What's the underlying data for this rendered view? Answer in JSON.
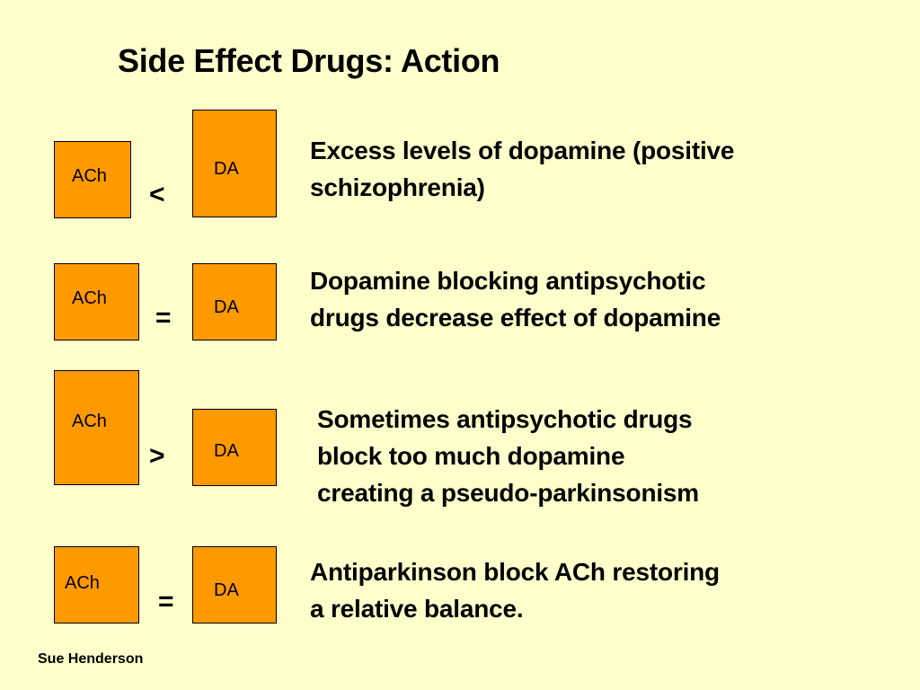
{
  "title": "Side Effect Drugs: Action",
  "rows": [
    {
      "ach_label": "ACh",
      "operator": "<",
      "da_label": "DA",
      "description": [
        "Excess levels of dopamine (positive",
        "schizophrenia)"
      ]
    },
    {
      "ach_label": "ACh",
      "operator": "=",
      "da_label": "DA",
      "description": [
        "Dopamine blocking antipsychotic",
        "drugs decrease effect of dopamine"
      ]
    },
    {
      "ach_label": "ACh",
      "operator": ">",
      "da_label": "DA",
      "description": [
        "Sometimes antipsychotic drugs",
        "block too much dopamine",
        "creating a pseudo-parkinsonism"
      ]
    },
    {
      "ach_label": "ACh",
      "operator": "=",
      "da_label": "DA",
      "description": [
        "Antiparkinson block ACh restoring",
        "a relative balance."
      ]
    }
  ],
  "author": "Sue Henderson",
  "colors": {
    "background": "#ffffcc",
    "box_fill": "#ff9900",
    "box_border": "#000000",
    "text": "#000000"
  }
}
